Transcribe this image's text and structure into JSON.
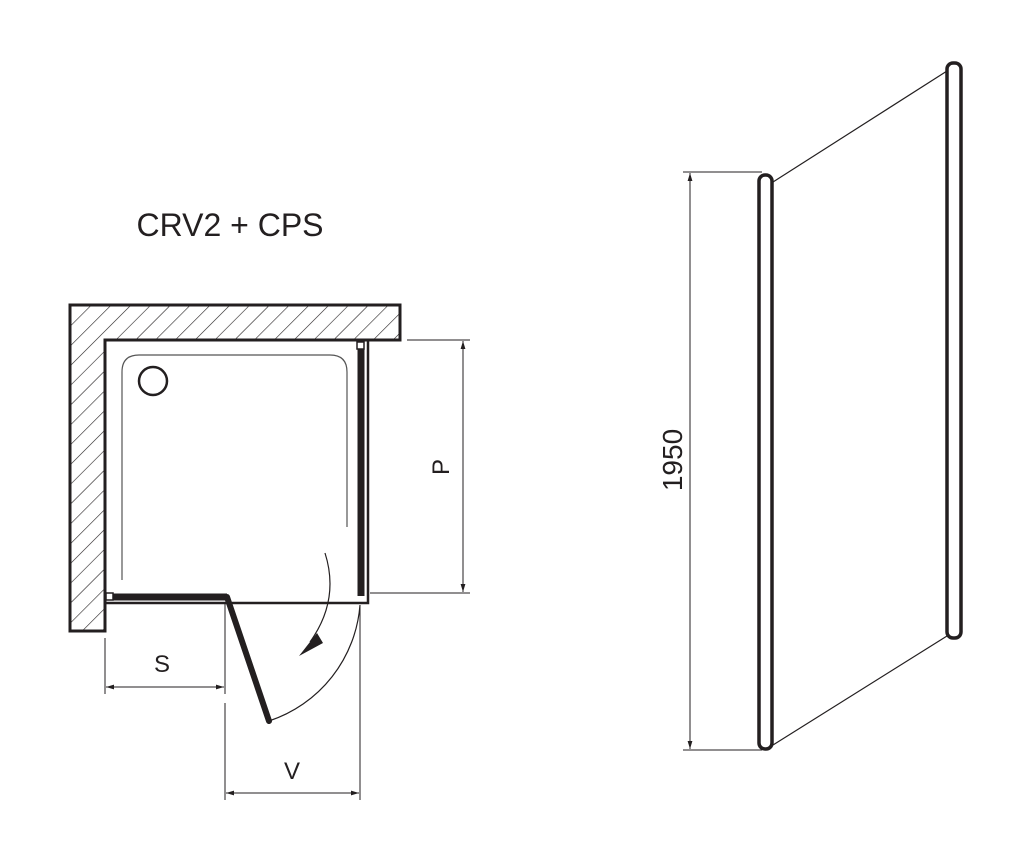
{
  "title": "CRV2 + CPS",
  "dimensions": {
    "p_label": "P",
    "s_label": "S",
    "v_label": "V",
    "height_label": "1950"
  },
  "colors": {
    "line": "#231f20",
    "background": "#ffffff"
  }
}
